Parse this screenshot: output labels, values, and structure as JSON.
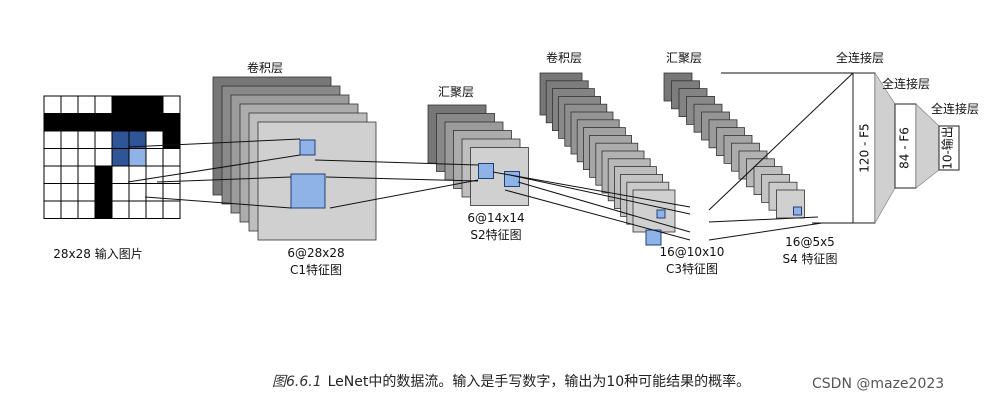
{
  "input": {
    "label": "28x28 输入图片",
    "grid_rows": 7,
    "grid_cols": 8,
    "black_cells": [
      [
        1,
        0
      ],
      [
        1,
        1
      ],
      [
        1,
        2
      ],
      [
        1,
        3
      ],
      [
        0,
        4
      ],
      [
        0,
        5
      ],
      [
        0,
        6
      ],
      [
        1,
        4
      ],
      [
        1,
        5
      ],
      [
        1,
        6
      ],
      [
        2,
        4
      ],
      [
        2,
        5
      ],
      [
        3,
        4
      ],
      [
        4,
        3
      ],
      [
        5,
        3
      ],
      [
        6,
        3
      ],
      [
        1,
        7
      ],
      [
        2,
        7
      ]
    ],
    "window_cells": [
      [
        2,
        4
      ],
      [
        2,
        5
      ],
      [
        3,
        4
      ],
      [
        3,
        5
      ]
    ]
  },
  "stages": [
    {
      "id": "c1",
      "top_label": "卷积层",
      "bottom_label_1": "6@28x28",
      "bottom_label_2": "C1特征图",
      "maps": 6
    },
    {
      "id": "s2",
      "top_label": "汇聚层",
      "bottom_label_1": "6@14x14",
      "bottom_label_2": "S2特征图",
      "maps": 6
    },
    {
      "id": "c3",
      "top_label": "卷积层",
      "bottom_label_1": "16@10x10",
      "bottom_label_2": "C3特征图",
      "maps": 16
    },
    {
      "id": "s4",
      "top_label": "汇聚层",
      "bottom_label_1": "16@5x5",
      "bottom_label_2": "S4 特征图",
      "maps": 16
    }
  ],
  "dense": [
    {
      "id": "f5",
      "top_label": "全连接层",
      "text": "120 - F5"
    },
    {
      "id": "f6",
      "top_label": "全连接层",
      "text": "84 - F6"
    },
    {
      "id": "out",
      "top_label": "全连接层",
      "text": "10-输出"
    }
  ],
  "colors": {
    "dark_map": "#777777",
    "light_map": "#d0d0d0",
    "window": "#8fb3e6",
    "black": "#000000"
  },
  "caption": {
    "figure": "图6.6.1",
    "text": "LeNet中的数据流。输入是手写数字，输出为10种可能结果的概率。"
  },
  "watermark": "CSDN @maze2023"
}
